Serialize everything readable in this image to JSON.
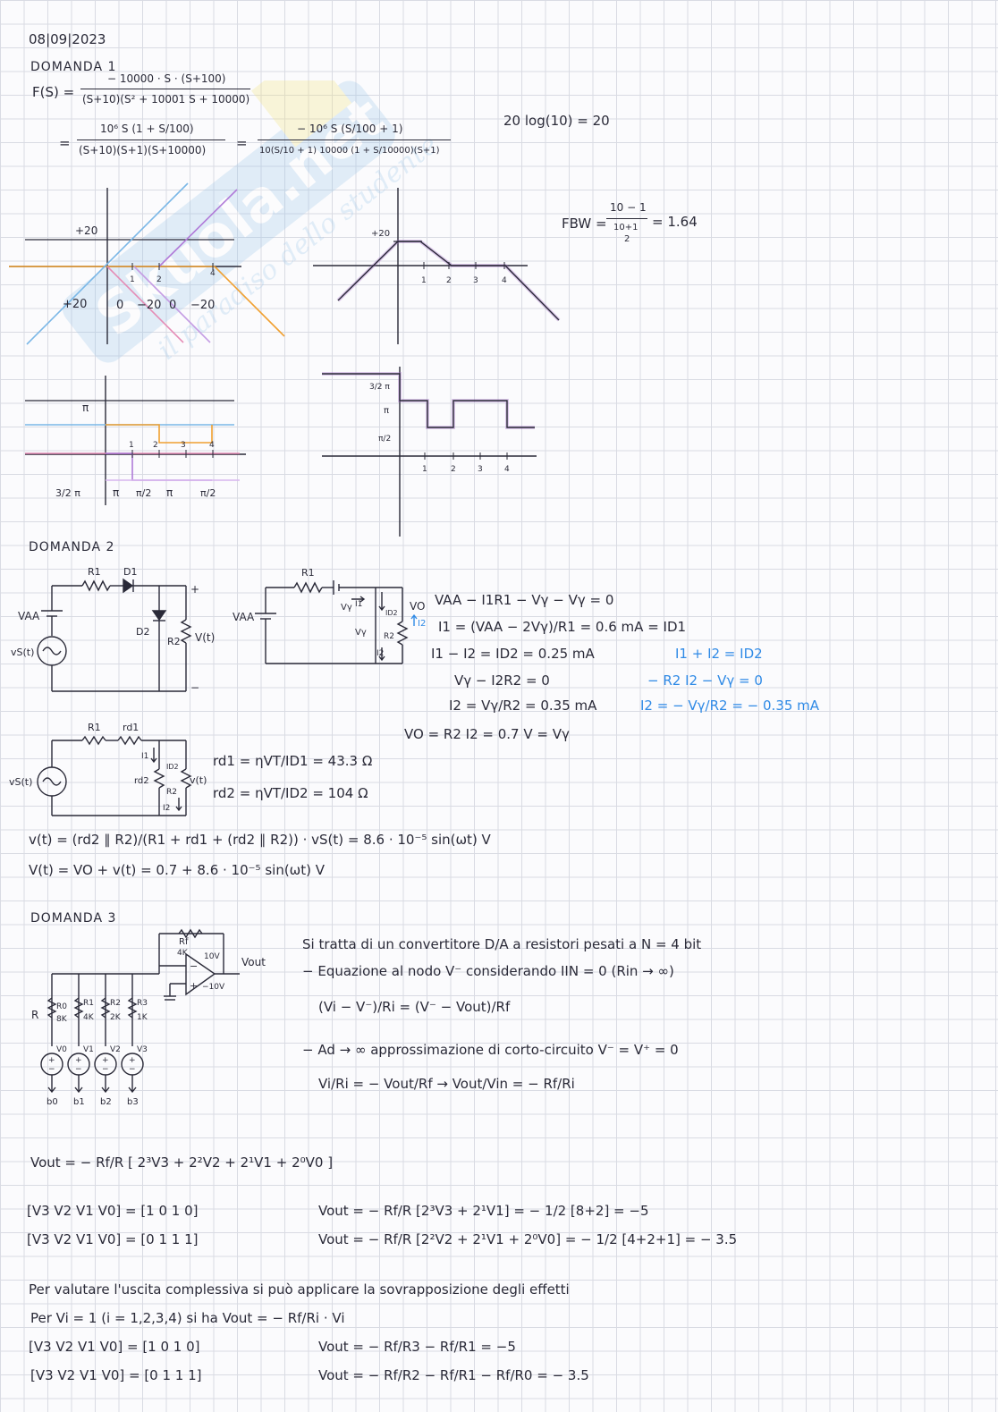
{
  "date": "08|09|2023",
  "watermark": {
    "brand": "Skuola.net",
    "tagline": "il paradiso dello studente"
  },
  "d1": {
    "heading": "DOMANDA 1",
    "fs_label": "F(S) =",
    "fs_num": "− 10000 · S · (S+100)",
    "fs_den": "(S+10)(S² + 10001 S + 10000)",
    "eq1": "=",
    "f2_num": "10⁶ S (1 + S/100)",
    "f2_den": "(S+10)(S+1)(S+10000)",
    "eq2": "=",
    "f3_num": "− 10⁶ S (S/100 + 1)",
    "f3_den": "10(S/10 + 1) 10000 (1 + S/10000)(S+1)",
    "log_note": "20 log(10) = 20",
    "fbw_label": "FBW =",
    "fbw_num": "10 − 1",
    "fbw_den_top": "10+1",
    "fbw_den_bot": "2",
    "fbw_result": "= 1.64",
    "bode_mag": {
      "y20": "+20",
      "t1": "1",
      "t2": "2",
      "t4": "4",
      "below": [
        "+20",
        "0",
        "−20",
        "0",
        "−20"
      ]
    },
    "bode_mag_total": {
      "y20": "+20",
      "ticks": [
        "1",
        "2",
        "3",
        "4"
      ]
    },
    "phase": {
      "pi": "π",
      "ticks": [
        "1",
        "2",
        "3",
        "4"
      ],
      "three_half": "3/2 π",
      "below": [
        "π",
        "π/2",
        "π",
        "π/2"
      ]
    },
    "phase_total": {
      "labels": [
        "3/2 π",
        "π",
        "π/2"
      ],
      "ticks": [
        "1",
        "2",
        "3",
        "4"
      ]
    }
  },
  "d2": {
    "heading": "DOMANDA 2",
    "c1": {
      "r1": "R1",
      "d1": "D1",
      "d2": "D2",
      "r2": "R2",
      "vaa": "VAA",
      "vs": "vS(t)",
      "vt": "V(t)",
      "plus": "+",
      "minus": "−"
    },
    "c2": {
      "r1": "R1",
      "vaa": "VAA",
      "vg": "Vγ",
      "i1": "I1",
      "id2": "ID2",
      "i2": "I2",
      "r2": "R2",
      "vo": "VO"
    },
    "eqs": [
      "VAA − I1R1 − Vγ − Vγ = 0",
      "I1 = (VAA − 2Vγ)/R1 = 0.6 mA = ID1",
      "I1 − I2 = ID2 = 0.25 mA",
      "Vγ − I2R2 = 0",
      "I2 = Vγ/R2 = 0.35 mA",
      "VO = R2 I2 = 0.7 V = Vγ"
    ],
    "blue": [
      "I1 + I2 = ID2",
      "− R2 I2 − Vγ = 0",
      "I2 = − Vγ/R2 = − 0.35 mA"
    ],
    "c3": {
      "r1": "R1",
      "rd1": "rd1",
      "rd2": "rd2",
      "r2": "R2",
      "i1": "I1",
      "id2": "ID2",
      "i2": "I2",
      "vs": "vS(t)",
      "vt": "v(t)"
    },
    "rd1": "rd1 = ηVT/ID1 = 43.3 Ω",
    "rd2": "rd2 = ηVT/ID2 = 104 Ω",
    "vt_eq": "v(t) = (rd2 ∥ R2)/(R1 + rd1 + (rd2 ∥ R2)) · vS(t) = 8.6 · 10⁻⁵ sin(ωt) V",
    "Vt_eq": "V(t) = VO + v(t) = 0.7 + 8.6 · 10⁻⁵ sin(ωt) V"
  },
  "d3": {
    "heading": "DOMANDA 3",
    "circuit": {
      "rf": "Rf",
      "rf_val": "4K",
      "vpos": "10V",
      "vneg": "−10V",
      "vout": "Vout",
      "r": "R",
      "resistors": [
        {
          "name": "R0",
          "val": "8K",
          "src": "V0",
          "bit": "b0"
        },
        {
          "name": "R1",
          "val": "4K",
          "src": "V1",
          "bit": "b1"
        },
        {
          "name": "R2",
          "val": "2K",
          "src": "V2",
          "bit": "b2"
        },
        {
          "name": "R3",
          "val": "1K",
          "src": "V3",
          "bit": "b3"
        }
      ]
    },
    "intro": "Si tratta di un convertitore D/A a resistori pesati a N = 4 bit",
    "eq_mode": "− Equazione al nodo V⁻ considerando IIN = 0 (Rin → ∞)",
    "node_eq": "(Vi − V⁻)/Ri = (V⁻ − Vout)/Rf",
    "approx": "− Ad → ∞ approssimazione di corto-circuito V⁻ = V⁺ = 0",
    "gain_eq": "Vi/Ri = − Vout/Rf → Vout/Vin = − Rf/Ri",
    "vout_general": "Vout = − Rf/R [ 2³V3 + 2²V2 + 2¹V1 + 2⁰V0 ]",
    "vec1": "[V3 V2 V1 V0] = [1 0 1 0]",
    "vec2": "[V3 V2 V1 V0] = [0 1 1 1]",
    "res1": "Vout = − Rf/R [2³V3 + 2¹V1] = − 1/2 [8+2] = −5",
    "res2": "Vout = − Rf/R [2²V2 + 2¹V1 + 2⁰V0] = − 1/2 [4+2+1] = − 3.5",
    "superpos": "Per valutare l'uscita complessiva si può applicare la sovrapposizione degli effetti",
    "per_vi": "Per Vi = 1 (i = 1,2,3,4) si ha Vout = − Rf/Ri · Vi",
    "vec3": "[V3 V2 V1 V0] = [1 0 1 0]",
    "vec4": "[V3 V2 V1 V0] = [0 1 1 1]",
    "res3": "Vout = − Rf/R3 − Rf/R1 = −5",
    "res4": "Vout = − Rf/R2 − Rf/R1 − Rf/R0 = − 3.5"
  }
}
